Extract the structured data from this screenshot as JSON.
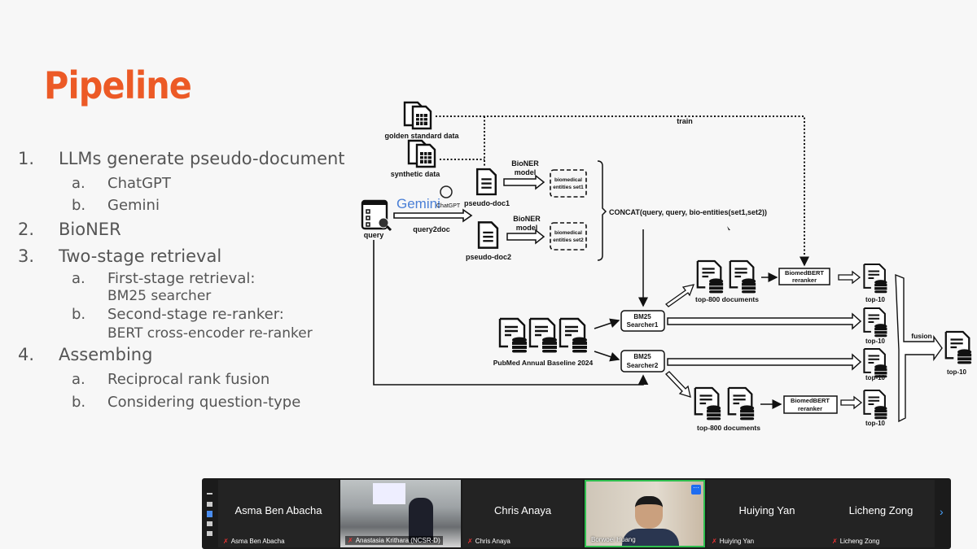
{
  "slide": {
    "title": "Pipeline",
    "list": [
      {
        "num": "1.",
        "text": "LLMs generate pseudo-document",
        "sub": [
          {
            "num": "a.",
            "text": "ChatGPT"
          },
          {
            "num": "b.",
            "text": "Gemini"
          }
        ]
      },
      {
        "num": "2.",
        "text": "BioNER",
        "sub": []
      },
      {
        "num": "3.",
        "text": "Two-stage retrieval",
        "sub": [
          {
            "num": "a.",
            "text": "First-stage retrieval:",
            "text2": "BM25 searcher"
          },
          {
            "num": "b.",
            "text": "Second-stage re-ranker:",
            "text2": "BERT cross-encoder re-ranker"
          }
        ]
      },
      {
        "num": "4.",
        "text": "Assembing",
        "sub": [
          {
            "num": "a.",
            "text": "Reciprocal rank fusion"
          },
          {
            "num": "b.",
            "text": "Considering question-type"
          }
        ]
      }
    ]
  },
  "diagram": {
    "golden": "golden standard data",
    "synthetic": "synthetic data",
    "train": "train",
    "query": "query",
    "gemini": "Gemini",
    "chatgpt": "ChatGPT",
    "query2doc": "query2doc",
    "pd1": "pseudo-doc1",
    "pd2": "pseudo-doc2",
    "bioner1": "BioNER",
    "bioner2": "model",
    "ent_a": "biomedical",
    "ent_b1": "entities set1",
    "ent_b2": "entities set2",
    "concat": "CONCAT(query, query, bio-entities(set1,set2))",
    "pubmed": "PubMed Annual Baseline 2024",
    "bm25": "BM25",
    "s1": "Searcher1",
    "s2": "Searcher2",
    "top800": "top-800 documents",
    "biomed": "BiomedBERT",
    "reranker": "reranker",
    "top10": "top-10",
    "fusion": "fusion"
  },
  "meeting": {
    "participants": [
      {
        "display": "Asma Ben Abacha",
        "label": "Asma Ben Abacha",
        "muted": true
      },
      {
        "display": "",
        "label": "Anastasia Krithara (NCSR-D)",
        "muted": true
      },
      {
        "display": "Chris Anaya",
        "label": "Chris Anaya",
        "muted": true
      },
      {
        "display": "",
        "label": "Borwoei Huang",
        "muted": false,
        "active": true
      },
      {
        "display": "Huiying Yan",
        "label": "Huiying Yan",
        "muted": true
      },
      {
        "display": "Licheng Zong",
        "label": "Licheng Zong",
        "muted": true
      }
    ],
    "more_icon": "ellipsis-icon",
    "next_icon": "chevron-right-icon",
    "mic_icon": "mic-muted-icon"
  },
  "colors": {
    "title": "#ec5a26",
    "active_border": "#2fbf4f"
  }
}
